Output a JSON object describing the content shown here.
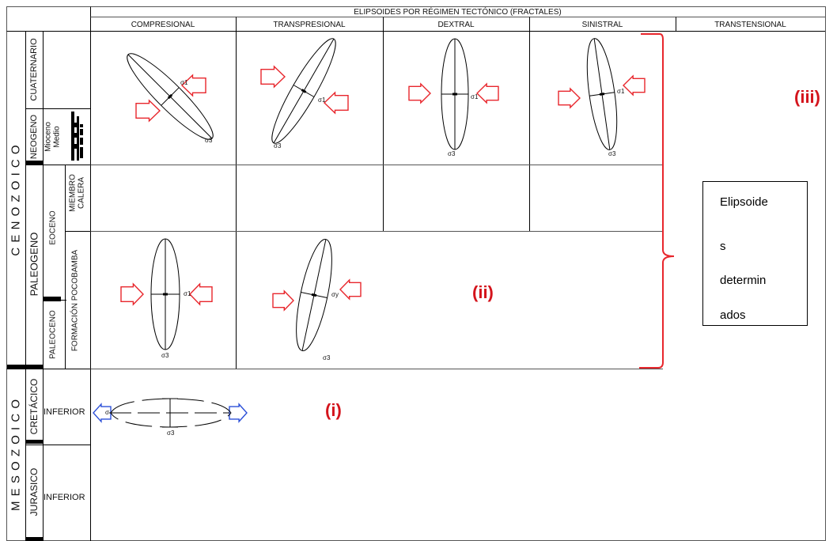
{
  "header": {
    "title": "ELIPSOIDES POR RÉGIMEN TECTÓNICO (FRACTALES)",
    "columns": [
      "COMPRESIONAL",
      "TRANSPRESIONAL",
      "DEXTRAL",
      "SINISTRAL",
      "TRANSTENSIONAL"
    ]
  },
  "eras": {
    "cenozoico": "C E N O Z O I C O",
    "mesozoico": "M E S O Z O I C O"
  },
  "periods": {
    "cuaternario": "CUATERNARIO",
    "neogeno": "NEOGENO",
    "paleogeno": "PALEOGENO",
    "cretacico": "CRETÁCICO",
    "jurasico": "JURASICO"
  },
  "epochs": {
    "mioceno_1": "Mioceno",
    "mioceno_2": "Medio",
    "eoceno": "EOCENO",
    "paleoceno": "PALEOCENO",
    "inferior_cret": "INFERIOR",
    "inferior_jur": "INFERIOR"
  },
  "formations": {
    "miembro_1": "MIEMBRO",
    "miembro_2": "CALERA",
    "pocobamba": "FORMACIÓN POCOBAMBA"
  },
  "stress_labels": {
    "s1": "σ1",
    "s3": "σ3",
    "sy": "σy",
    "s": "σ"
  },
  "annotations": {
    "i": "(i)",
    "ii": "(ii)",
    "iii": "(iii)"
  },
  "textbox": {
    "lines": [
      "Elipsoide",
      "s",
      "determin",
      "ados"
    ]
  },
  "colors": {
    "red_arrow": "#e8262c",
    "blue_arrow": "#2b4fd8",
    "label_red": "#d4141c",
    "lines": "#000000"
  }
}
